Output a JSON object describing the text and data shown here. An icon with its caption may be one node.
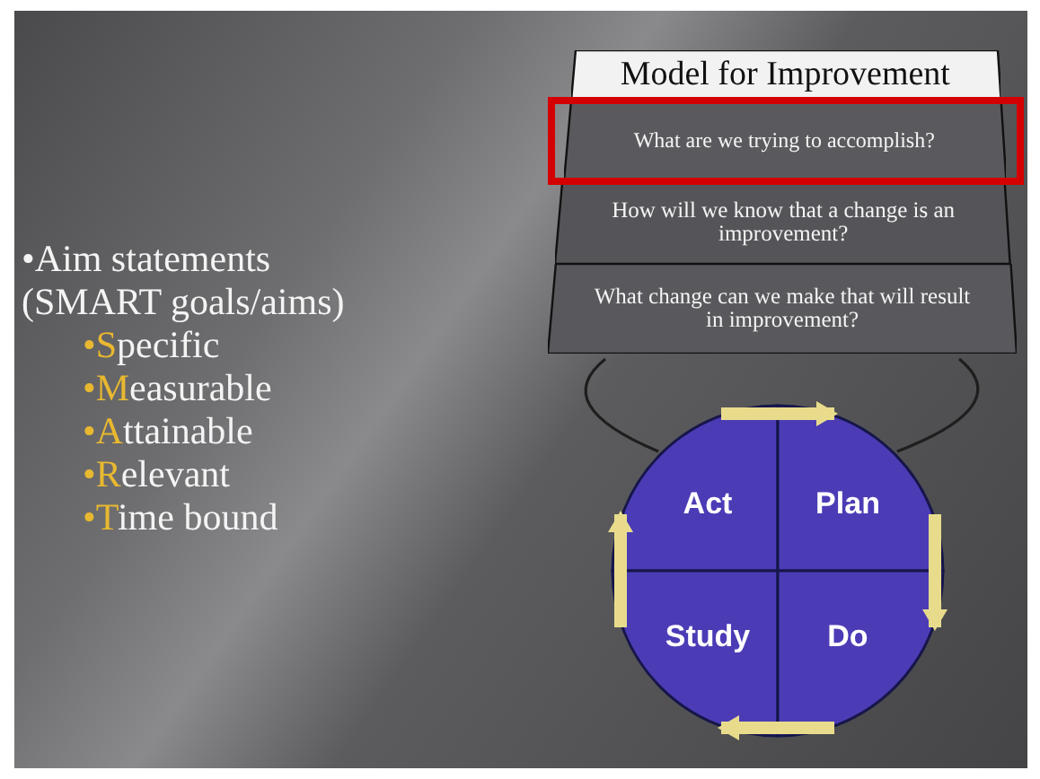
{
  "diagram": {
    "nodes": [
      {
        "text": [
          "Model for Improvement"
        ]
      },
      {
        "text": [
          "What are we trying to accomplish?"
        ]
      },
      {
        "text": [
          "How will we know that a change is an improvement?"
        ]
      },
      {
        "text": [
          "What change can we make that will result in improvement?"
        ]
      },
      {
        "text": [
          "Act"
        ]
      },
      {
        "text": [
          "Plan"
        ]
      },
      {
        "text": [
          "Study"
        ]
      },
      {
        "text": [
          "Do"
        ]
      }
    ],
    "edges": [
      {
        "from": 4,
        "to": 5,
        "arrow": "to"
      },
      {
        "from": 5,
        "to": 7,
        "arrow": "to"
      },
      {
        "from": 7,
        "to": 6,
        "arrow": "to"
      },
      {
        "from": 6,
        "to": 4,
        "arrow": "to"
      },
      {
        "from": 3,
        "to": 4,
        "arrow": "none",
        "color": "#1e1e1e"
      },
      {
        "from": 3,
        "to": 5,
        "arrow": "none",
        "color": "#1e1e1e"
      }
    ],
    "labels": [
      "•Aim statements (SMART goals/aims)",
      "•Specific",
      "•Measurable",
      "•Attainable",
      "•Relevant",
      "•Time bound"
    ]
  }
}
